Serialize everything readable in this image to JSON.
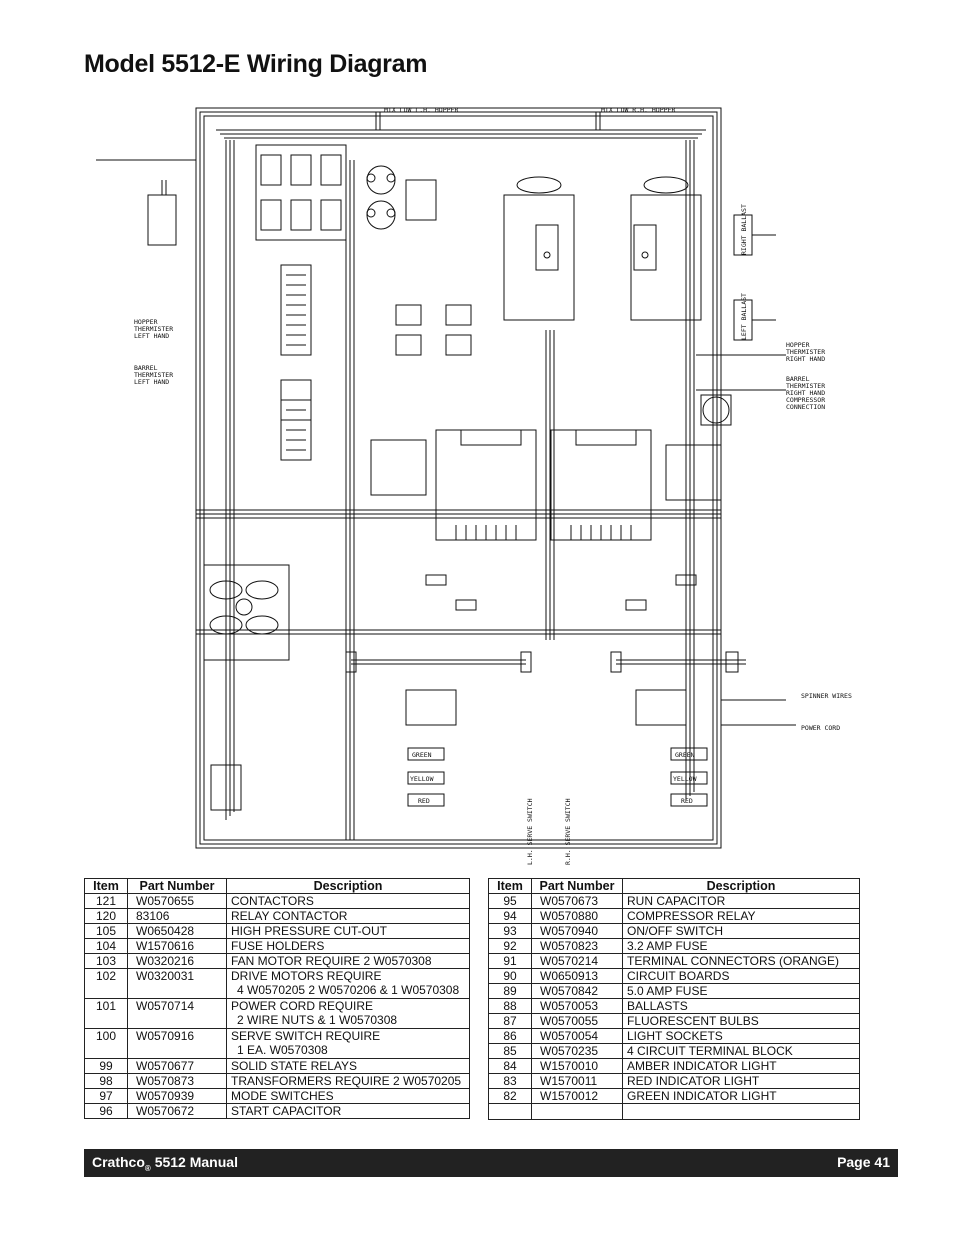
{
  "title": "Model 5512-E Wiring Diagram",
  "diagram": {
    "labels": {
      "mix_low_lh": "MIX LOW L.H. HOPPER",
      "mix_low_rh": "MIX LOW R.H. HOPPER",
      "hopper_therm_left": [
        "HOPPER",
        "THERMISTER",
        "LEFT HAND"
      ],
      "barrel_therm_left": [
        "BARREL",
        "THERMISTER",
        "LEFT HAND"
      ],
      "hopper_therm_right": [
        "HOPPER",
        "THERMISTER",
        "RIGHT HAND"
      ],
      "barrel_therm_right": [
        "BARREL",
        "THERMISTER",
        "RIGHT HAND"
      ],
      "compressor_connection": [
        "COMPRESSOR",
        "CONNECTION"
      ],
      "spinner_wires": "SPINNER WIRES",
      "power_cord": "POWER CORD",
      "lh_serve_switch": "L.H. SERVE SWITCH",
      "rh_serve_switch": "R.H. SERVE SWITCH",
      "right_ballast": "RIGHT BALLAST",
      "left_ballast": "LEFT BALLAST",
      "green": "GREEN",
      "yellow": "YELLOW",
      "red": "RED"
    }
  },
  "tables": {
    "headers": {
      "item": "Item",
      "part_number": "Part Number",
      "description": "Description"
    },
    "left": [
      {
        "item": "121",
        "part": "W0570655",
        "desc": "CONTACTORS"
      },
      {
        "item": "120",
        "part": "83106",
        "desc": "RELAY CONTACTOR"
      },
      {
        "item": "105",
        "part": "W0650428",
        "desc": "HIGH PRESSURE CUT-OUT"
      },
      {
        "item": "104",
        "part": "W1570616",
        "desc": "FUSE HOLDERS"
      },
      {
        "item": "103",
        "part": "W0320216",
        "desc": "FAN MOTOR REQUIRE 2 W0570308"
      },
      {
        "item": "102",
        "part": "W0320031",
        "desc": "DRIVE MOTORS REQUIRE",
        "desc2": "4 W0570205 2 W0570206 & 1 W0570308"
      },
      {
        "item": "101",
        "part": "W0570714",
        "desc": "POWER CORD REQUIRE",
        "desc2": "2 WIRE NUTS & 1 W0570308"
      },
      {
        "item": "100",
        "part": "W0570916",
        "desc": "SERVE SWITCH REQUIRE",
        "desc2": "1 EA. W0570308"
      },
      {
        "item": "99",
        "part": "W0570677",
        "desc": "SOLID STATE RELAYS"
      },
      {
        "item": "98",
        "part": "W0570873",
        "desc": "TRANSFORMERS REQUIRE 2 W0570205"
      },
      {
        "item": "97",
        "part": "W0570939",
        "desc": "MODE SWITCHES"
      },
      {
        "item": "96",
        "part": "W0570672",
        "desc": "START CAPACITOR"
      }
    ],
    "right": [
      {
        "item": "95",
        "part": "W0570673",
        "desc": "RUN CAPACITOR"
      },
      {
        "item": "94",
        "part": "W0570880",
        "desc": "COMPRESSOR RELAY"
      },
      {
        "item": "93",
        "part": "W0570940",
        "desc": "ON/OFF SWITCH"
      },
      {
        "item": "92",
        "part": "W0570823",
        "desc": "3.2 AMP FUSE"
      },
      {
        "item": "91",
        "part": "W0570214",
        "desc": "TERMINAL CONNECTORS (ORANGE)"
      },
      {
        "item": "90",
        "part": "W0650913",
        "desc": "CIRCUIT BOARDS"
      },
      {
        "item": "89",
        "part": "W0570842",
        "desc": "5.0 AMP FUSE"
      },
      {
        "item": "88",
        "part": "W0570053",
        "desc": "BALLASTS"
      },
      {
        "item": "87",
        "part": "W0570055",
        "desc": "FLUORESCENT BULBS"
      },
      {
        "item": "86",
        "part": "W0570054",
        "desc": "LIGHT SOCKETS"
      },
      {
        "item": "85",
        "part": "W0570235",
        "desc": "4 CIRCUIT TERMINAL BLOCK"
      },
      {
        "item": "84",
        "part": "W1570010",
        "desc": "AMBER INDICATOR LIGHT"
      },
      {
        "item": "83",
        "part": "W1570011",
        "desc": "RED INDICATOR LIGHT"
      },
      {
        "item": "82",
        "part": "W1570012",
        "desc": "GREEN INDICATOR LIGHT"
      },
      {
        "item": "",
        "part": "",
        "desc": ""
      }
    ]
  },
  "footer": {
    "brand": "Crathco",
    "registered": "®",
    "manual": "5512 Manual",
    "page": "Page 41"
  }
}
